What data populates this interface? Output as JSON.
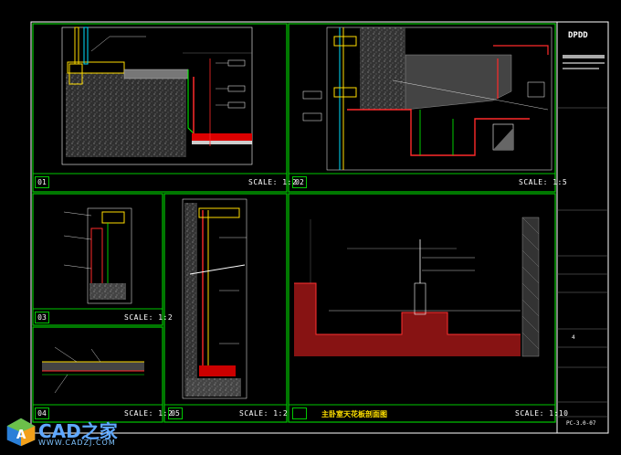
{
  "panels": [
    {
      "id": "01",
      "scale": "SCALE: 1:2"
    },
    {
      "id": "02",
      "scale": "SCALE: 1:5"
    },
    {
      "id": "03",
      "scale": "SCALE: 1:2"
    },
    {
      "id": "04",
      "scale": "SCALE: 1:2"
    },
    {
      "id": "05",
      "scale": "SCALE: 1:2"
    },
    {
      "id": "",
      "scale": "SCALE: 1:10"
    }
  ],
  "panel6_title": "主卧室天花板剖面图",
  "title_block": {
    "logo": "DPDD",
    "sheet_no": "PC-3.0-07",
    "field_a": "4"
  },
  "watermark": {
    "brand": "CAD之家",
    "url": "WWW.CADZJ.COM"
  }
}
